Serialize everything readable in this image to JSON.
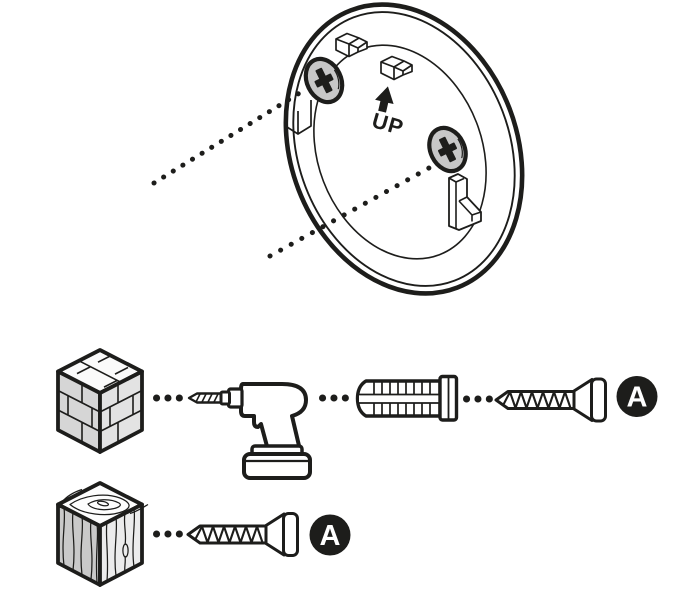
{
  "page": {
    "background": "#ffffff",
    "ink": "#1d1d1b"
  },
  "wall_plate": {
    "up_label": "UP",
    "screw_count": 2,
    "screw_head_fill": "#c7c7c7",
    "icon_names": [
      "wall-plate-icon",
      "phillips-screw-head-icon",
      "up-arrow-icon",
      "mounting-clip-icon",
      "edge-clip-icon",
      "keyhole-hook-icon",
      "dotted-guide-line"
    ]
  },
  "hardware_rows": [
    {
      "surface_icon": "brick-masonry-cube-icon",
      "step_icons": [
        "drill-icon",
        "wall-plug-anchor-icon",
        "screw-icon"
      ],
      "marker": "A"
    },
    {
      "surface_icon": "wood-cube-icon",
      "step_icons": [
        "screw-icon"
      ],
      "marker": "A"
    }
  ],
  "marker_badge": {
    "fill": "#1d1d1b",
    "text_color": "#ffffff"
  }
}
